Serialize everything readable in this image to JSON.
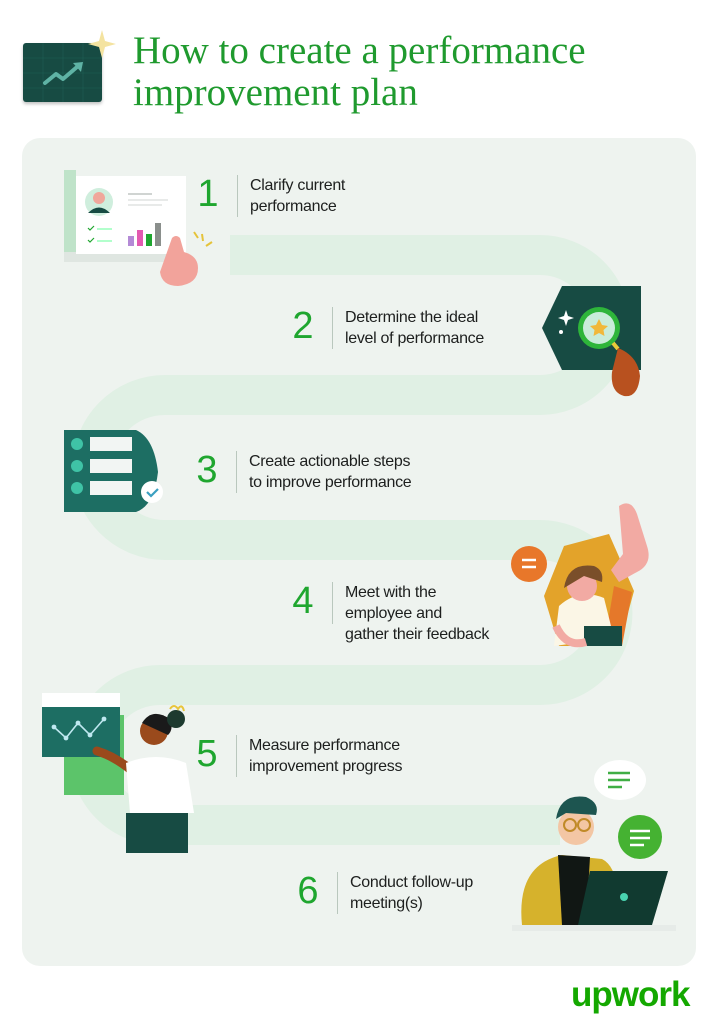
{
  "header": {
    "title_line1": "How to create a performance",
    "title_line2": "improvement plan",
    "icon": "trending-up-chart-icon"
  },
  "steps": [
    {
      "number": "1",
      "line1": "Clarify current",
      "line2": "performance",
      "illustration": "performance-report-icon"
    },
    {
      "number": "2",
      "line1": "Determine the ideal",
      "line2": "level of performance",
      "illustration": "magnifier-star-icon"
    },
    {
      "number": "3",
      "line1": "Create actionable steps",
      "line2": "to improve performance",
      "illustration": "checklist-icon"
    },
    {
      "number": "4",
      "line1": "Meet with the",
      "line2": "employee and",
      "line3": "gather their feedback",
      "illustration": "waving-employee-icon"
    },
    {
      "number": "5",
      "line1": "Measure performance",
      "line2": "improvement progress",
      "illustration": "chart-presenter-icon"
    },
    {
      "number": "6",
      "line1": "Conduct follow-up",
      "line2": "meeting(s)",
      "illustration": "laptop-meeting-icon"
    }
  ],
  "footer": {
    "brand": "upwork"
  },
  "colors": {
    "accent_green": "#1fa62f",
    "brand_green": "#14a800",
    "dark_teal": "#174b43",
    "card_bg": "#eef3ef",
    "path": "#e0f0e4"
  }
}
